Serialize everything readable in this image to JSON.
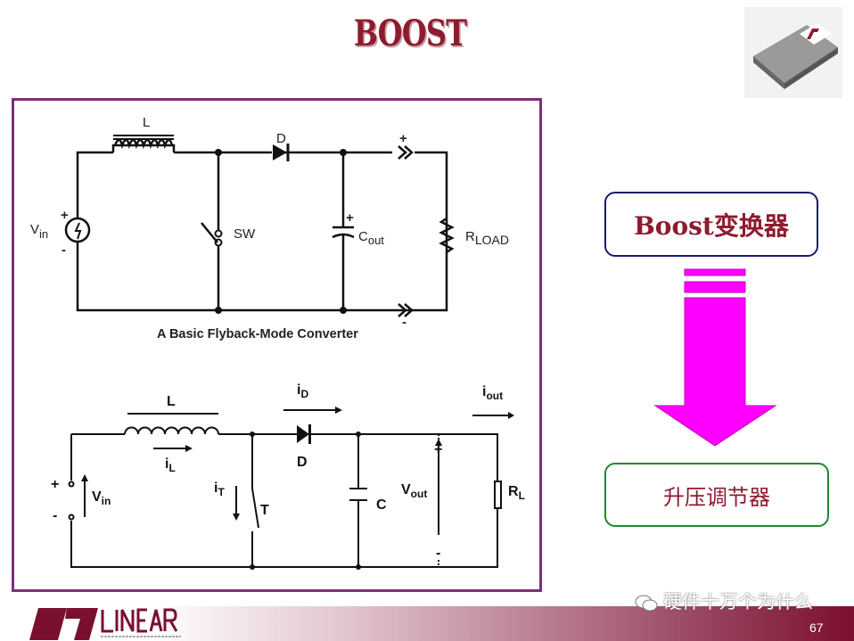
{
  "title": "BOOST",
  "circuit1": {
    "L": "L",
    "D": "D",
    "plus": "+",
    "minus": "-",
    "vin": "V",
    "vin_sub": "in",
    "sw": "SW",
    "cout": "C",
    "cout_sub": "out",
    "rload": "R",
    "rload_sub": "LOAD",
    "caption": "A Basic Flyback-Mode Converter"
  },
  "circuit2": {
    "L": "L",
    "iL": "i",
    "iL_sub": "L",
    "iD": "i",
    "iD_sub": "D",
    "D": "D",
    "iout": "i",
    "iout_sub": "out",
    "iT": "i",
    "iT_sub": "T",
    "T": "T",
    "C": "C",
    "vout": "V",
    "vout_sub": "out",
    "rl": "R",
    "rl_sub": "L",
    "vin": "V",
    "vin_sub": "in",
    "plus": "+",
    "minus": "-"
  },
  "flow": {
    "top": "Boost变换器",
    "bottom": "升压调节器"
  },
  "footer": {
    "logo": "LINEAR TECHNOLOGY",
    "watermark": "硬件十万个为什么",
    "page": "67"
  },
  "colors": {
    "title": "#8e1b2e",
    "frame": "#7b2f7d",
    "arrow": "#ff00ff"
  }
}
